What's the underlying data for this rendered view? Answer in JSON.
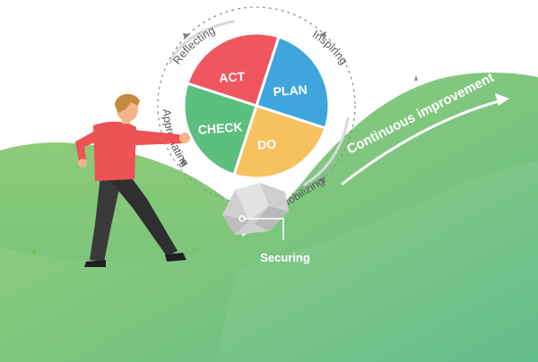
{
  "cycle": {
    "quadrants": {
      "act": "ACT",
      "plan": "PLAN",
      "check": "CHECK",
      "do": "DO"
    },
    "arc_labels": {
      "reflecting": "Reflecting",
      "inspiring": "Inspiring",
      "mobilizing": "Mobilizing",
      "appreciating": "Appreciating"
    }
  },
  "continuous_improvement": "Continuous improvement",
  "securing": "Securing",
  "colors": {
    "act": "#ef5660",
    "plan": "#3ea6dc",
    "check": "#5cbf7d",
    "do": "#f7c160",
    "hill_light": "#8bc97a",
    "hill_dark": "#5bba86",
    "shirt": "#ed5255",
    "pants": "#333333",
    "rock": "#c9c9c9"
  }
}
